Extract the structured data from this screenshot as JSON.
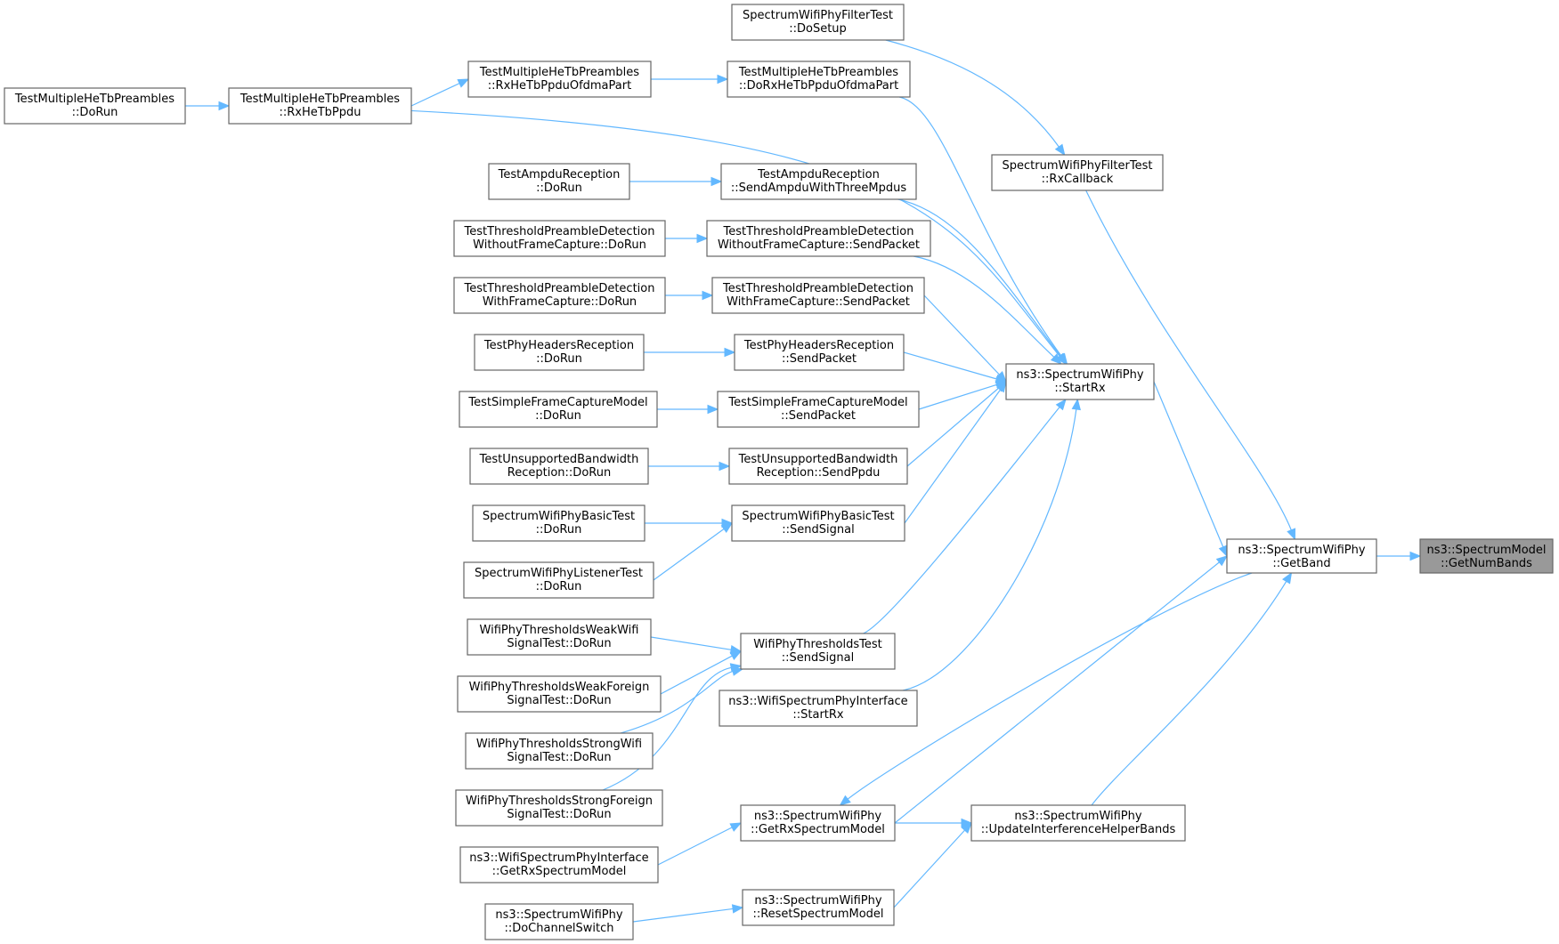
{
  "title": "",
  "colors": {
    "edge": "#63b8ff",
    "node_border": "#666666",
    "focus_fill": "#999999",
    "background": "#ffffff"
  },
  "nodes": [
    {
      "id": "n_getnumbands",
      "lines": [
        "ns3::SpectrumModel",
        "::GetNumBands"
      ],
      "focus": true
    },
    {
      "id": "n_getband",
      "lines": [
        "ns3::SpectrumWifiPhy",
        "::GetBand"
      ]
    },
    {
      "id": "n_startrx",
      "lines": [
        "ns3::SpectrumWifiPhy",
        "::StartRx"
      ]
    },
    {
      "id": "n_rxcallback",
      "lines": [
        "SpectrumWifiPhyFilterTest",
        "::RxCallback"
      ]
    },
    {
      "id": "n_dosetup",
      "lines": [
        "SpectrumWifiPhyFilterTest",
        "::DoSetup"
      ]
    },
    {
      "id": "n_dorxhetbofdma",
      "lines": [
        "TestMultipleHeTbPreambles",
        "::DoRxHeTbPpduOfdmaPart"
      ]
    },
    {
      "id": "n_rxhetbofdma",
      "lines": [
        "TestMultipleHeTbPreambles",
        "::RxHeTbPpduOfdmaPart"
      ]
    },
    {
      "id": "n_rxhetbppdu",
      "lines": [
        "TestMultipleHeTbPreambles",
        "::RxHeTbPpdu"
      ]
    },
    {
      "id": "n_tmhtp_dorun",
      "lines": [
        "TestMultipleHeTbPreambles",
        "::DoRun"
      ]
    },
    {
      "id": "n_ampdu_send",
      "lines": [
        "TestAmpduReception",
        "::SendAmpduWithThreeMpdus"
      ]
    },
    {
      "id": "n_ampdu_dorun",
      "lines": [
        "TestAmpduReception",
        "::DoRun"
      ]
    },
    {
      "id": "n_tpd_wo_send",
      "lines": [
        "TestThresholdPreambleDetection",
        "WithoutFrameCapture::SendPacket"
      ]
    },
    {
      "id": "n_tpd_wo_dorun",
      "lines": [
        "TestThresholdPreambleDetection",
        "WithoutFrameCapture::DoRun"
      ]
    },
    {
      "id": "n_tpd_w_send",
      "lines": [
        "TestThresholdPreambleDetection",
        "WithFrameCapture::SendPacket"
      ]
    },
    {
      "id": "n_tpd_w_dorun",
      "lines": [
        "TestThresholdPreambleDetection",
        "WithFrameCapture::DoRun"
      ]
    },
    {
      "id": "n_phr_send",
      "lines": [
        "TestPhyHeadersReception",
        "::SendPacket"
      ]
    },
    {
      "id": "n_phr_dorun",
      "lines": [
        "TestPhyHeadersReception",
        "::DoRun"
      ]
    },
    {
      "id": "n_sfc_send",
      "lines": [
        "TestSimpleFrameCaptureModel",
        "::SendPacket"
      ]
    },
    {
      "id": "n_sfc_dorun",
      "lines": [
        "TestSimpleFrameCaptureModel",
        "::DoRun"
      ]
    },
    {
      "id": "n_ubw_send",
      "lines": [
        "TestUnsupportedBandwidth",
        "Reception::SendPpdu"
      ]
    },
    {
      "id": "n_ubw_dorun",
      "lines": [
        "TestUnsupportedBandwidth",
        "Reception::DoRun"
      ]
    },
    {
      "id": "n_basic_send",
      "lines": [
        "SpectrumWifiPhyBasicTest",
        "::SendSignal"
      ]
    },
    {
      "id": "n_basic_dorun",
      "lines": [
        "SpectrumWifiPhyBasicTest",
        "::DoRun"
      ]
    },
    {
      "id": "n_listener_dorun",
      "lines": [
        "SpectrumWifiPhyListenerTest",
        "::DoRun"
      ]
    },
    {
      "id": "n_wpt_send",
      "lines": [
        "WifiPhyThresholdsTest",
        "::SendSignal"
      ]
    },
    {
      "id": "n_wpt_weakwifi",
      "lines": [
        "WifiPhyThresholdsWeakWifi",
        "SignalTest::DoRun"
      ]
    },
    {
      "id": "n_wpt_weakforeign",
      "lines": [
        "WifiPhyThresholdsWeakForeign",
        "SignalTest::DoRun"
      ]
    },
    {
      "id": "n_wpt_strongwifi",
      "lines": [
        "WifiPhyThresholdsStrongWifi",
        "SignalTest::DoRun"
      ]
    },
    {
      "id": "n_wpt_strongforeign",
      "lines": [
        "WifiPhyThresholdsStrongForeign",
        "SignalTest::DoRun"
      ]
    },
    {
      "id": "n_wspi_startrx",
      "lines": [
        "ns3::WifiSpectrumPhyInterface",
        "::StartRx"
      ]
    },
    {
      "id": "n_getrxsm",
      "lines": [
        "ns3::SpectrumWifiPhy",
        "::GetRxSpectrumModel"
      ]
    },
    {
      "id": "n_uihb",
      "lines": [
        "ns3::SpectrumWifiPhy",
        "::UpdateInterferenceHelperBands"
      ]
    },
    {
      "id": "n_wspi_getrxsm",
      "lines": [
        "ns3::WifiSpectrumPhyInterface",
        "::GetRxSpectrumModel"
      ]
    },
    {
      "id": "n_resetsm",
      "lines": [
        "ns3::SpectrumWifiPhy",
        "::ResetSpectrumModel"
      ]
    },
    {
      "id": "n_dochsw",
      "lines": [
        "ns3::SpectrumWifiPhy",
        "::DoChannelSwitch"
      ]
    }
  ],
  "edges": [
    {
      "from": "n_getband",
      "to": "n_getnumbands"
    },
    {
      "from": "n_startrx",
      "to": "n_getband"
    },
    {
      "from": "n_rxcallback",
      "to": "n_getband"
    },
    {
      "from": "n_getrxsm",
      "to": "n_getband"
    },
    {
      "from": "n_uihb",
      "to": "n_getband"
    },
    {
      "from": "n_getband",
      "to": "n_getrxsm"
    },
    {
      "from": "n_dosetup",
      "to": "n_rxcallback"
    },
    {
      "from": "n_dorxhetbofdma",
      "to": "n_startrx"
    },
    {
      "from": "n_rxhetbppdu",
      "to": "n_startrx"
    },
    {
      "from": "n_ampdu_send",
      "to": "n_startrx"
    },
    {
      "from": "n_tpd_wo_send",
      "to": "n_startrx"
    },
    {
      "from": "n_tpd_w_send",
      "to": "n_startrx"
    },
    {
      "from": "n_phr_send",
      "to": "n_startrx"
    },
    {
      "from": "n_sfc_send",
      "to": "n_startrx"
    },
    {
      "from": "n_ubw_send",
      "to": "n_startrx"
    },
    {
      "from": "n_basic_send",
      "to": "n_startrx"
    },
    {
      "from": "n_wpt_send",
      "to": "n_startrx"
    },
    {
      "from": "n_wspi_startrx",
      "to": "n_startrx"
    },
    {
      "from": "n_rxhetbofdma",
      "to": "n_dorxhetbofdma"
    },
    {
      "from": "n_rxhetbppdu",
      "to": "n_rxhetbofdma"
    },
    {
      "from": "n_tmhtp_dorun",
      "to": "n_rxhetbppdu"
    },
    {
      "from": "n_ampdu_dorun",
      "to": "n_ampdu_send"
    },
    {
      "from": "n_tpd_wo_dorun",
      "to": "n_tpd_wo_send"
    },
    {
      "from": "n_tpd_w_dorun",
      "to": "n_tpd_w_send"
    },
    {
      "from": "n_phr_dorun",
      "to": "n_phr_send"
    },
    {
      "from": "n_sfc_dorun",
      "to": "n_sfc_send"
    },
    {
      "from": "n_ubw_dorun",
      "to": "n_ubw_send"
    },
    {
      "from": "n_basic_dorun",
      "to": "n_basic_send"
    },
    {
      "from": "n_listener_dorun",
      "to": "n_basic_send"
    },
    {
      "from": "n_wpt_weakwifi",
      "to": "n_wpt_send"
    },
    {
      "from": "n_wpt_weakforeign",
      "to": "n_wpt_send"
    },
    {
      "from": "n_wpt_strongwifi",
      "to": "n_wpt_send"
    },
    {
      "from": "n_wpt_strongforeign",
      "to": "n_wpt_send"
    },
    {
      "from": "n_getrxsm",
      "to": "n_uihb"
    },
    {
      "from": "n_wspi_getrxsm",
      "to": "n_getrxsm"
    },
    {
      "from": "n_resetsm",
      "to": "n_uihb"
    },
    {
      "from": "n_dochsw",
      "to": "n_resetsm"
    }
  ]
}
